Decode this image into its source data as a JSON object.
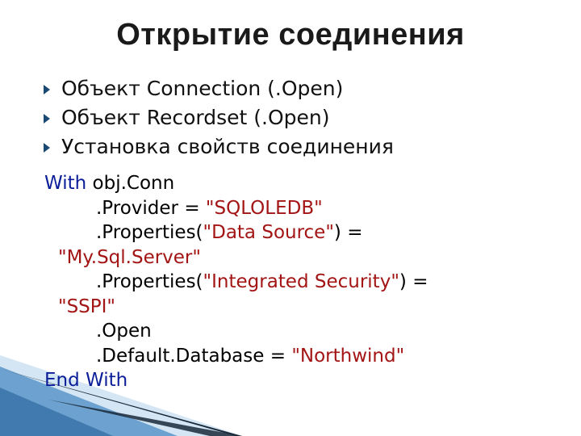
{
  "slide": {
    "title": "Открытие соединения",
    "bullets": [
      "Объект  Connection (.Open)",
      "Объект Recordset (.Open)",
      "Установка свойств соединения"
    ],
    "code": {
      "line1": {
        "kw": "With",
        "text": " obj.Conn"
      },
      "line2": {
        "text": ".Provider = ",
        "str": "\"SQLOLEDB\""
      },
      "line3": {
        "text": ".Properties(",
        "str": "\"Data Source\"",
        "text2": ") ="
      },
      "line4": {
        "str": "\"My.Sql.Server\""
      },
      "line5": {
        "text": ".Properties(",
        "str": "\"Integrated Security\"",
        "text2": ") ="
      },
      "line6": {
        "str": "\"SSPI\""
      },
      "line7": {
        "text": ".Open"
      },
      "line8": {
        "text": ".Default.Database = ",
        "str": "\"Northwind\""
      },
      "line9": {
        "kw": "End With"
      }
    },
    "colors": {
      "keyword": "#0b1e99",
      "string": "#a31515",
      "text": "#000000",
      "bullet": "#1a4a74",
      "decor_dark": "#1a2a3a",
      "decor_blue": "#5b97c9"
    },
    "bullet_icon": "right-triangle-icon"
  }
}
